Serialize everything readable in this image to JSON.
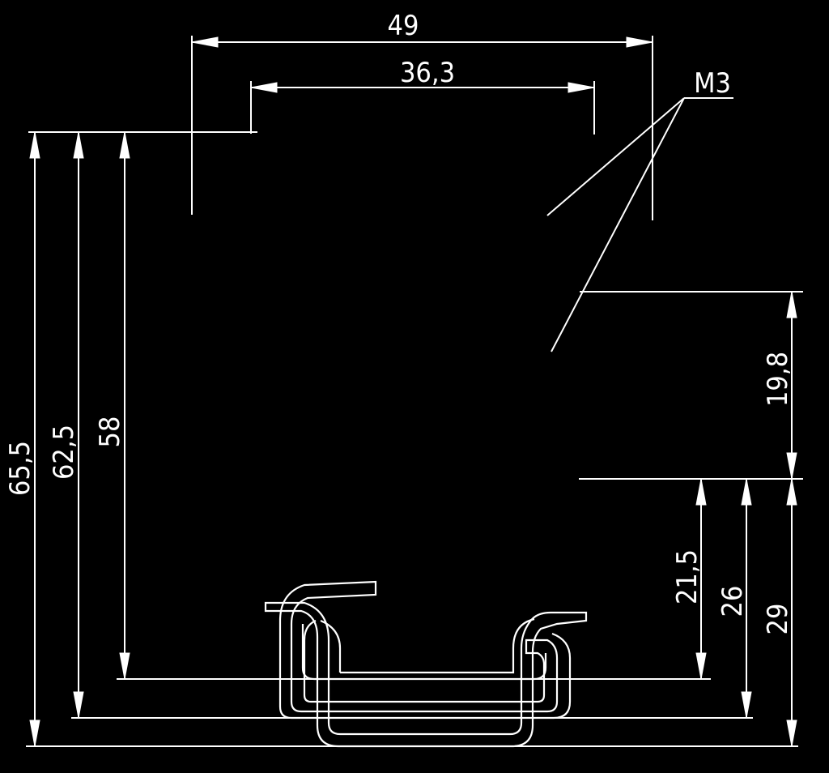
{
  "dimensions": {
    "width_overall": "49",
    "width_inner": "36,3",
    "height_65_5": "65,5",
    "height_62_5": "62,5",
    "height_58": "58",
    "height_19_8": "19,8",
    "height_21_5": "21,5",
    "height_26": "26",
    "height_29": "29"
  },
  "callout": {
    "thread_label": "M3"
  },
  "colors": {
    "background": "#000000",
    "lines": "#ffffff"
  }
}
